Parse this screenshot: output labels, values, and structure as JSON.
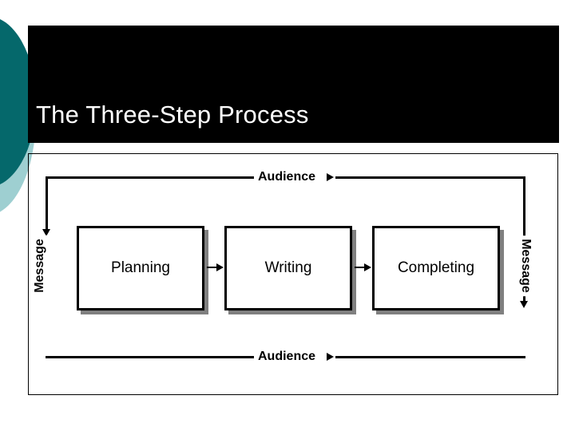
{
  "slide": {
    "title": "The Three-Step Process",
    "background_color": "#ffffff",
    "title_band_color": "#000000",
    "title_text_color": "#ffffff",
    "accent_dark_teal": "#05686b",
    "accent_light_teal": "#9ecfd1"
  },
  "diagram": {
    "type": "process-flow",
    "steps": [
      {
        "label": "Planning"
      },
      {
        "label": "Writing"
      },
      {
        "label": "Completing"
      }
    ],
    "loop_labels": {
      "top": "Audience",
      "bottom": "Audience",
      "left": "Message",
      "right": "Message"
    },
    "box_border_color": "#000000",
    "box_shadow_color": "#808080",
    "box_fill_color": "#ffffff",
    "line_color": "#000000"
  }
}
